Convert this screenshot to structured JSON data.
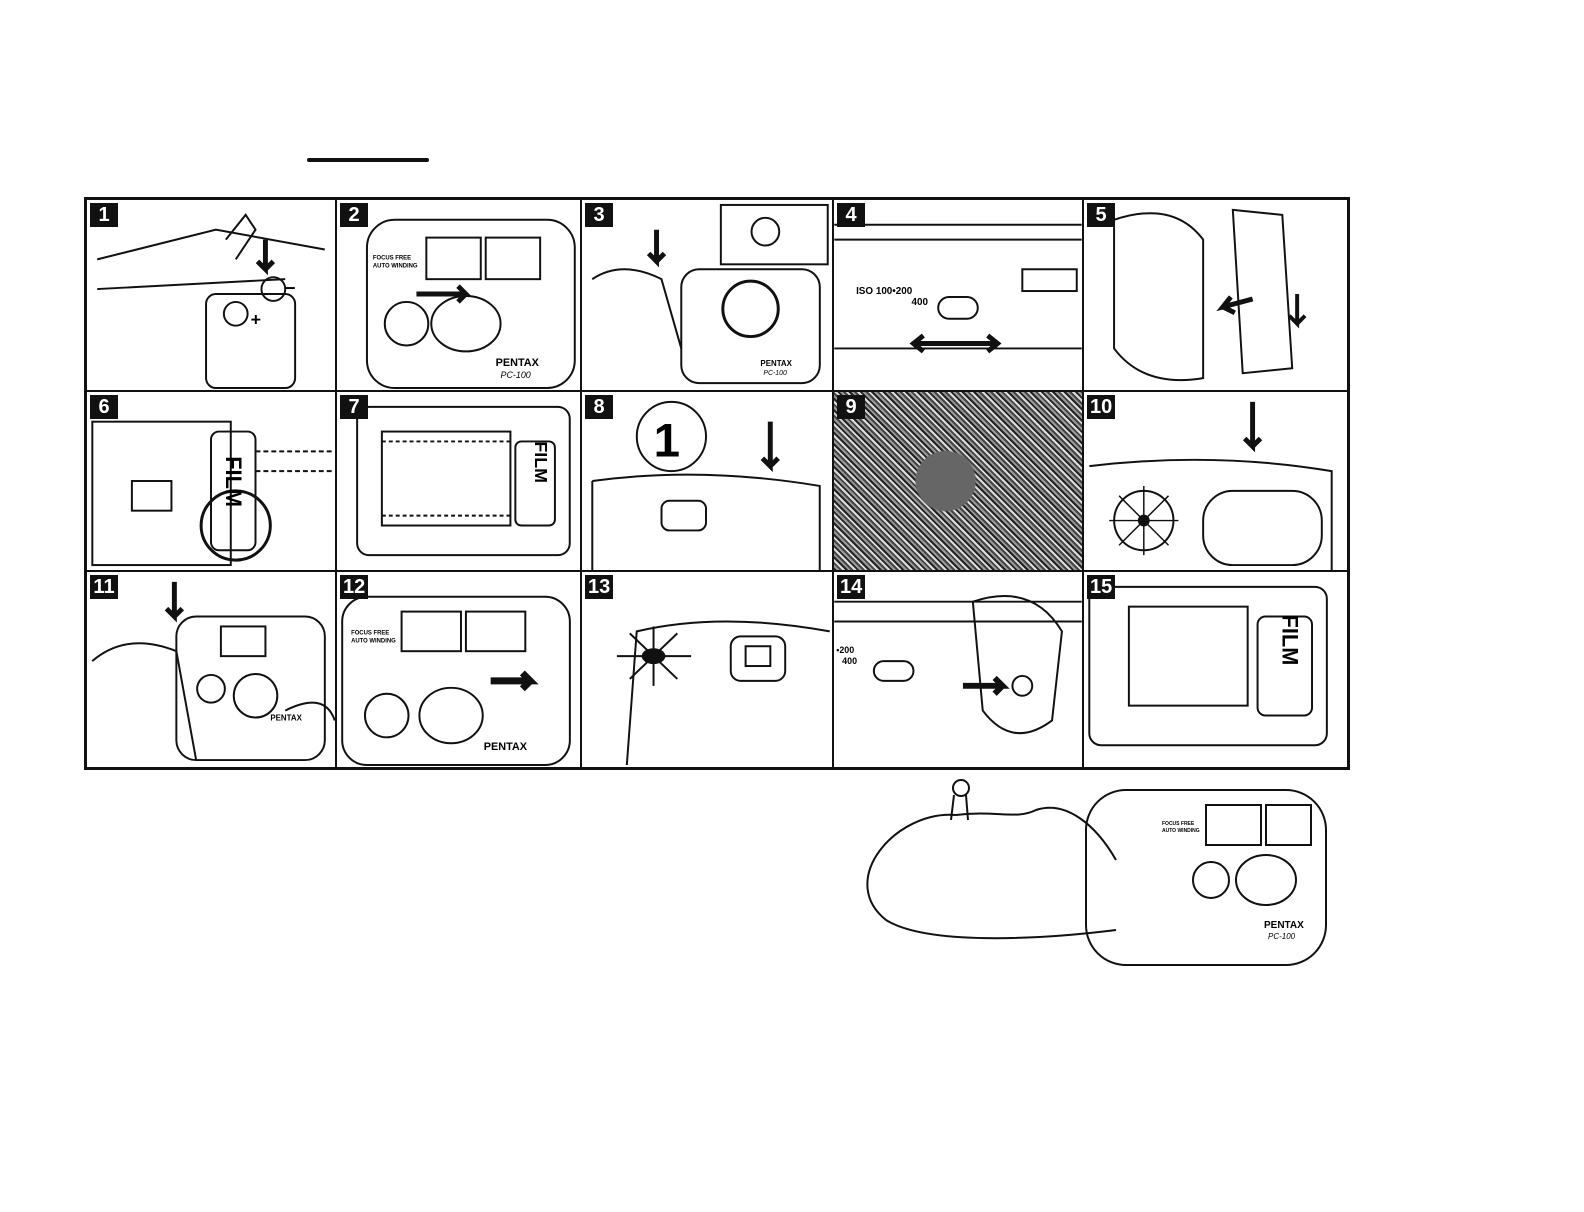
{
  "panels": [
    {
      "number": "1",
      "labels": [
        "+",
        "−"
      ]
    },
    {
      "number": "2",
      "labels": [
        "FOCUS FREE",
        "AUTO WINDING",
        "PENTAX",
        "PC-100"
      ]
    },
    {
      "number": "3",
      "labels": [
        "PENTAX",
        "PC-100"
      ]
    },
    {
      "number": "4",
      "labels": [
        "ISO 100•200",
        "400"
      ]
    },
    {
      "number": "5",
      "labels": []
    },
    {
      "number": "6",
      "labels": [
        "FILM"
      ]
    },
    {
      "number": "7",
      "labels": [
        "FILM"
      ]
    },
    {
      "number": "8",
      "labels": [
        "1"
      ]
    },
    {
      "number": "9",
      "labels": []
    },
    {
      "number": "10",
      "labels": []
    },
    {
      "number": "11",
      "labels": [
        "PENTAX"
      ]
    },
    {
      "number": "12",
      "labels": [
        "FOCUS FREE",
        "AUTO WINDING",
        "PENTAX"
      ]
    },
    {
      "number": "13",
      "labels": []
    },
    {
      "number": "14",
      "labels": [
        "•200",
        "400"
      ]
    },
    {
      "number": "15",
      "labels": [
        "FILM"
      ]
    }
  ],
  "strap_camera": {
    "brand": "PENTAX",
    "model": "PC-100",
    "lines": [
      "FOCUS FREE",
      "AUTO WINDING"
    ]
  },
  "colors": {
    "ink": "#111111",
    "paper": "#ffffff"
  }
}
